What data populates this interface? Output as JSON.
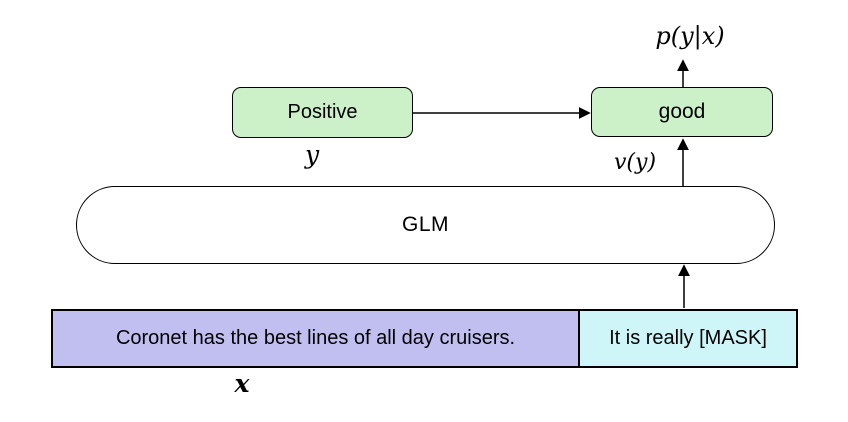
{
  "figure": {
    "background": "#ffffff",
    "output_probability_label": "p(y|x)",
    "class_box": {
      "text": "Positive"
    },
    "class_var_label": "y",
    "verbalizer_token_box": {
      "text": "good"
    },
    "verbalizer_label": "v(y)",
    "model_box": {
      "text": "GLM"
    },
    "input_text_box": {
      "text": "Coronet has the best lines of all day cruisers."
    },
    "input_var_label": "x",
    "prompt_box": {
      "text": "It is really [MASK]"
    },
    "colors": {
      "class_and_token_fill": "#ccf1c9",
      "input_fill": "#c1bff0",
      "prompt_fill": "#cef6f8",
      "model_fill": "#ffffff",
      "border": "#000000",
      "arrow": "#000000"
    }
  }
}
